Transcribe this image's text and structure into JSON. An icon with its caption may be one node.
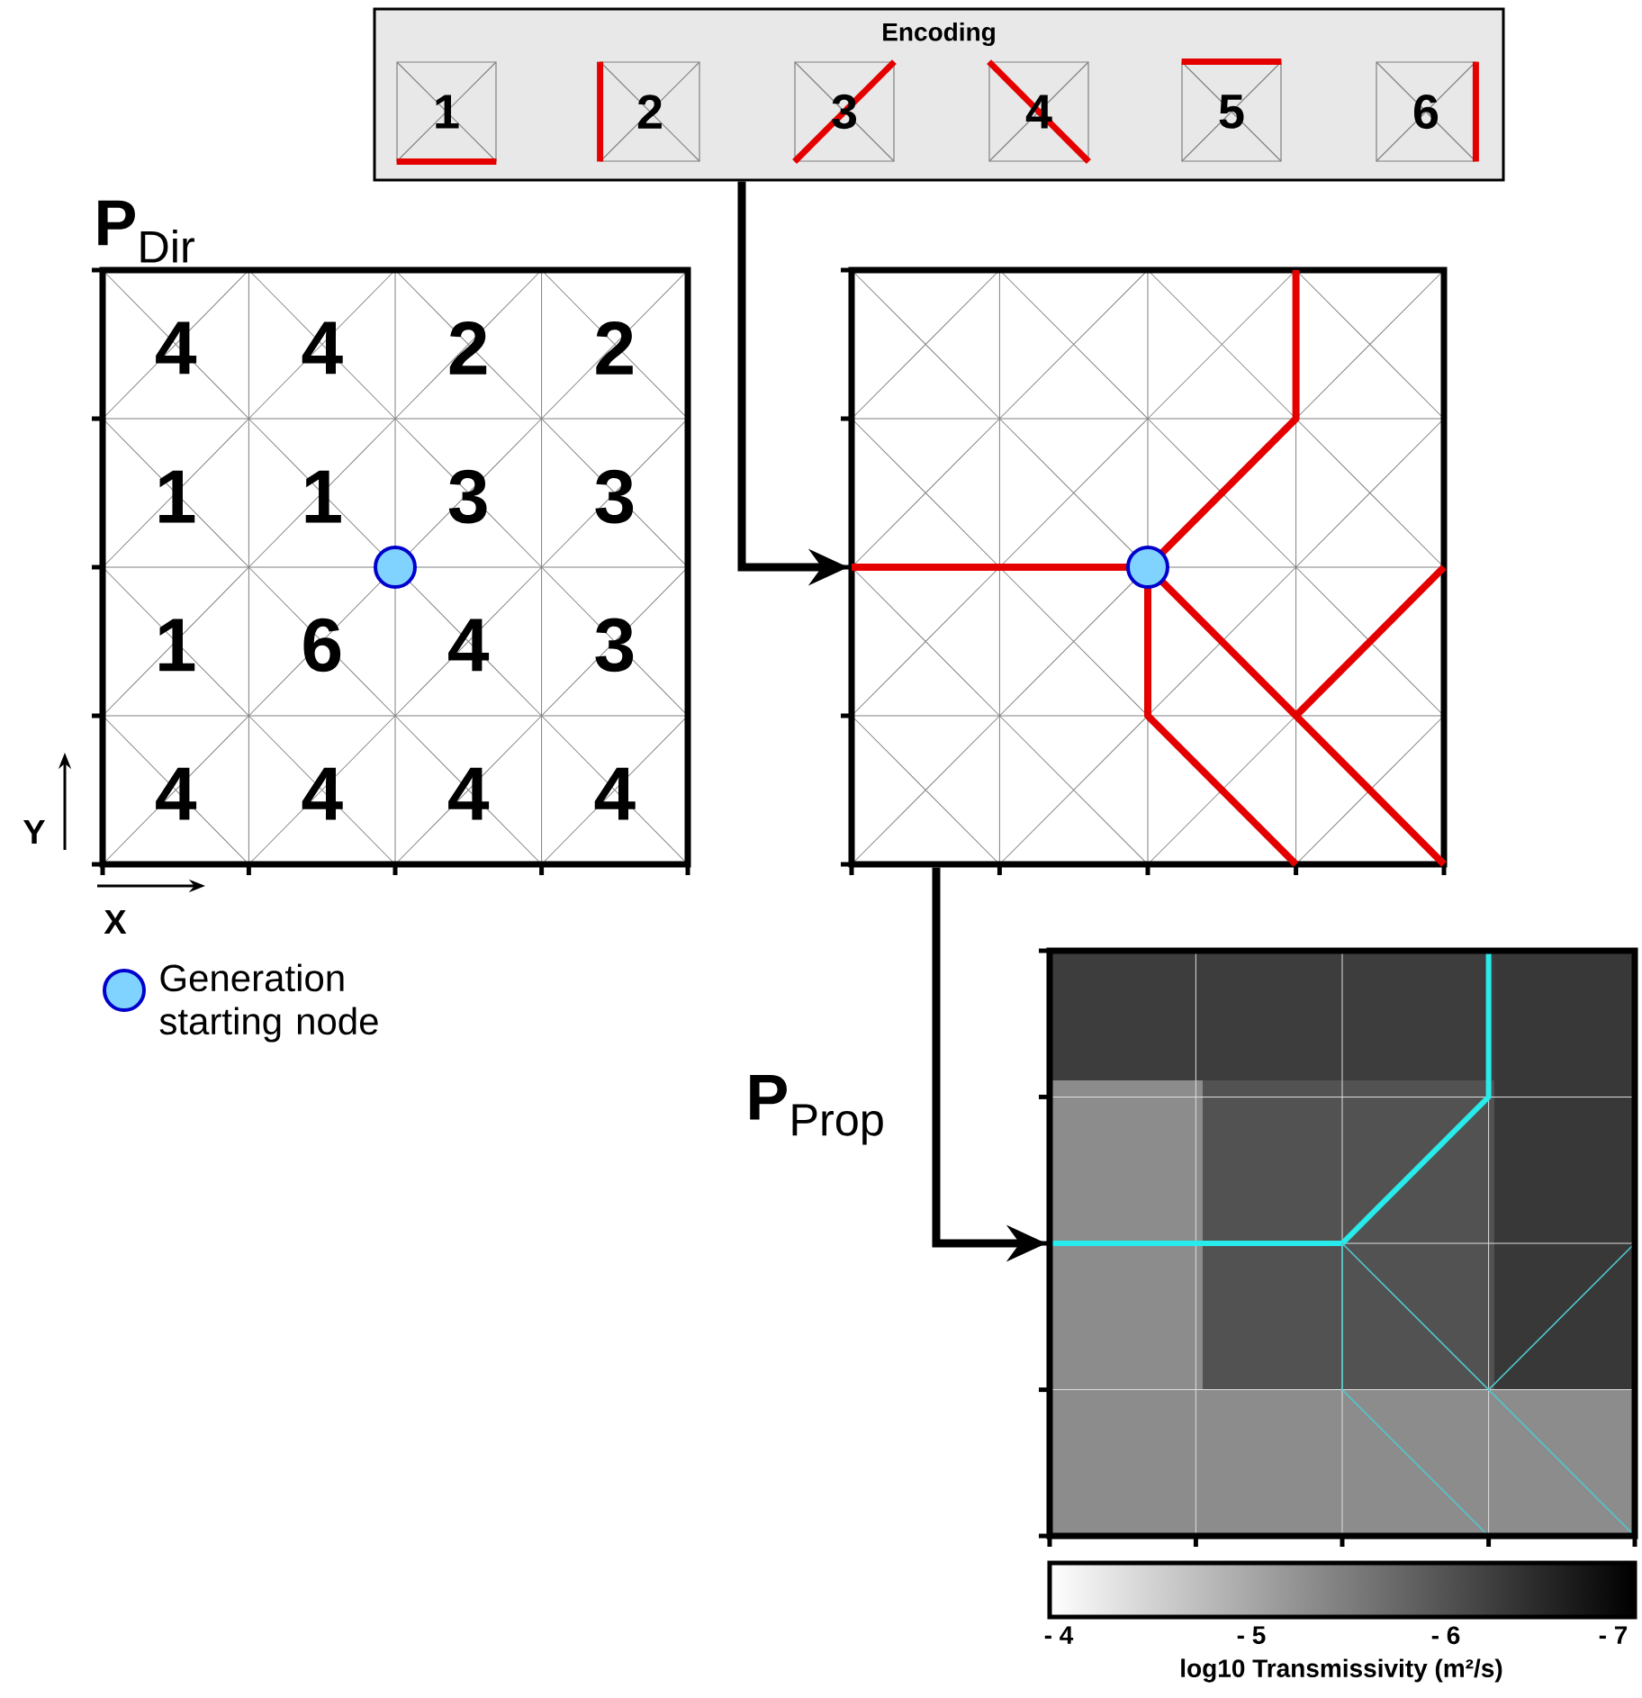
{
  "diagram": {
    "nodes": [
      {
        "text": [
          "Encoding"
        ]
      },
      {
        "text": [
          "1"
        ],
        "in": 0
      },
      {
        "text": [
          "2"
        ],
        "in": 0
      },
      {
        "text": [
          "3"
        ],
        "in": 0
      },
      {
        "text": [
          "4"
        ],
        "in": 0
      },
      {
        "text": [
          "5"
        ],
        "in": 0
      },
      {
        "text": [
          "6"
        ],
        "in": 0
      },
      {
        "text": [
          "**P**$_{Dir}$"
        ]
      },
      {
        "text": [],
        "shape": "box"
      },
      {
        "text": [
          "**P**$_{Prop}$"
        ]
      }
    ],
    "edges": [
      {
        "from": 0,
        "to": 8,
        "arrow": "to"
      },
      {
        "from": 8,
        "to": 9,
        "arrow": "to"
      }
    ],
    "labels": [
      "4",
      "4",
      "2",
      "2",
      "1",
      "1",
      "3",
      "3",
      "1",
      "6",
      "4",
      "3",
      "4",
      "4",
      "4",
      "4",
      "Y",
      "X",
      "- 4",
      "- 5",
      "- 6",
      "- 7",
      "log10 Transmissivity (m²/s)"
    ],
    "legend": [
      {
        "text": "Generation starting node"
      }
    ]
  }
}
